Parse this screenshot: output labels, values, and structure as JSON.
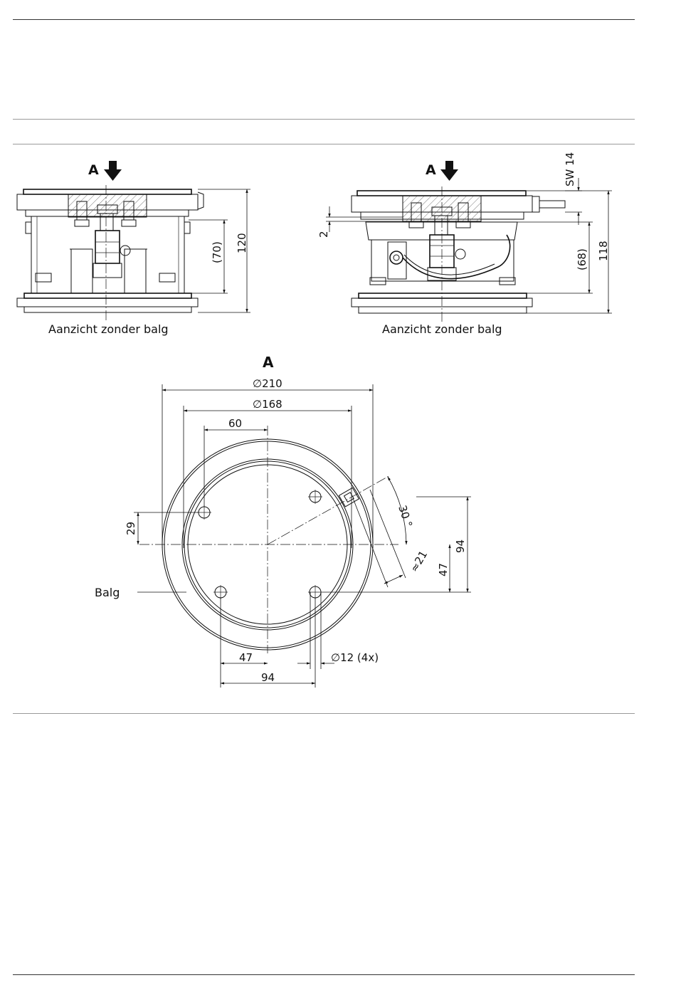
{
  "views": {
    "left": {
      "caption": "Aanzicht zonder balg",
      "arrow_label": "A",
      "dim_height": "120",
      "dim_inner": "(70)"
    },
    "right": {
      "caption": "Aanzicht zonder balg",
      "arrow_label": "A",
      "dim_height": "118",
      "dim_inner": "(68)",
      "dim_gap": "2",
      "dim_wrench": "SW 14"
    }
  },
  "plan": {
    "title": "A",
    "d_outer": "∅210",
    "d_inner": "∅168",
    "d_60": "60",
    "d_29": "29",
    "d_30deg": "30 °",
    "d_21": "≈21",
    "d_94v": "94",
    "d_47v": "47",
    "d_47h": "47",
    "d_94h": "94",
    "hole_label": "∅12 (4x)",
    "balg_label": "Balg"
  }
}
